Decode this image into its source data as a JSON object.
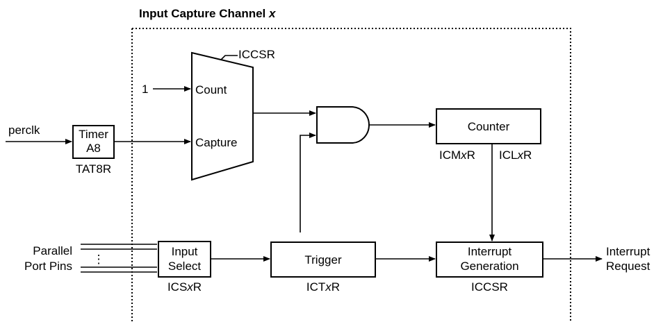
{
  "diagram": {
    "title": {
      "main": "Input Capture Channel ",
      "var": "x"
    },
    "mux": {
      "reg": "ICCSR",
      "count": "Count",
      "capture": "Capture",
      "count_input": "1"
    },
    "timer": {
      "line1": "Timer",
      "line2": "A8",
      "reg": "TAT8R",
      "input": "perclk"
    },
    "counter": {
      "label": "Counter",
      "reg_m": {
        "a": "ICM",
        "x": "x",
        "b": "R"
      },
      "reg_l": {
        "a": "ICL",
        "x": "x",
        "b": "R"
      }
    },
    "input_select": {
      "line1": "Input",
      "line2": "Select",
      "reg": {
        "a": "ICS",
        "x": "x",
        "b": "R"
      },
      "src_line1": "Parallel",
      "src_line2": "Port Pins",
      "ellipsis": "⋮"
    },
    "trigger": {
      "label": "Trigger",
      "reg": {
        "a": "ICT",
        "x": "x",
        "b": "R"
      }
    },
    "interrupt_gen": {
      "line1": "Interrupt",
      "line2": "Generation",
      "reg": "ICCSR",
      "out_line1": "Interrupt",
      "out_line2": "Request"
    }
  }
}
